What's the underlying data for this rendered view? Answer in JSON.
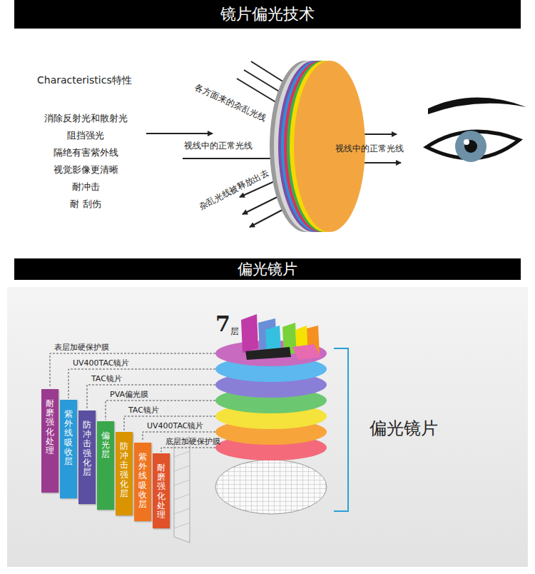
{
  "diagram": {
    "title": "镜片偏光技术",
    "nodes": [
      {
        "text": [
          "耐磨强化处理"
        ]
      },
      {
        "text": [
          "紫外线吸收层"
        ]
      },
      {
        "text": [
          "防冲击强化层"
        ]
      },
      {
        "text": [
          "偏光层"
        ]
      },
      {
        "text": [
          "防冲击强化层"
        ]
      },
      {
        "text": [
          "紫外线吸收层"
        ]
      },
      {
        "text": [
          "耐磨强化处理"
        ]
      }
    ],
    "labels": [
      "Characteristics特性",
      "消除反射光和散射光",
      "阻挡强光",
      "隔绝有害紫外线",
      "视觉影像更清晰",
      "耐冲击",
      "耐 刮伤",
      "各方面来的杂乱光线",
      "视线中的正常光线",
      "杂乱光线被释放出去",
      "视线中的正常光线",
      "偏光镜片",
      "7",
      "层",
      "表层加硬保护膜",
      "UV400TAC镜片",
      "TAC镜片",
      "PVA偏光膜",
      "TAC镜片",
      "UV400TAC镜片",
      "底层加硬保护膜",
      "偏光镜片"
    ]
  }
}
